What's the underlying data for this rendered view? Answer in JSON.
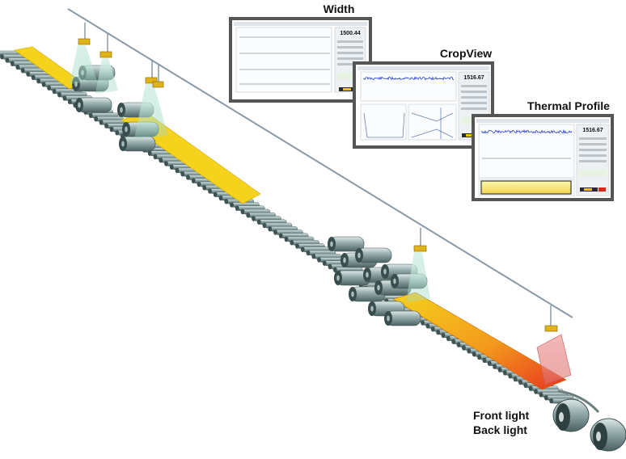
{
  "panels": {
    "width": {
      "title": "Width",
      "reading": "1500.44"
    },
    "cropview": {
      "title": "CropView",
      "reading": "1516.67"
    },
    "thermal": {
      "title": "Thermal Profile",
      "reading": "1516.67"
    }
  },
  "legend": {
    "front_light": "Front light",
    "back_light": "Back light"
  },
  "colors": {
    "slab_yellow": "#f5d21c",
    "slab_hot": "#ee3a1e",
    "roller": "#8fa7a7",
    "frame": "#555555",
    "beam_green": "#bfe6d8",
    "beam_red": "#e58c8c"
  }
}
